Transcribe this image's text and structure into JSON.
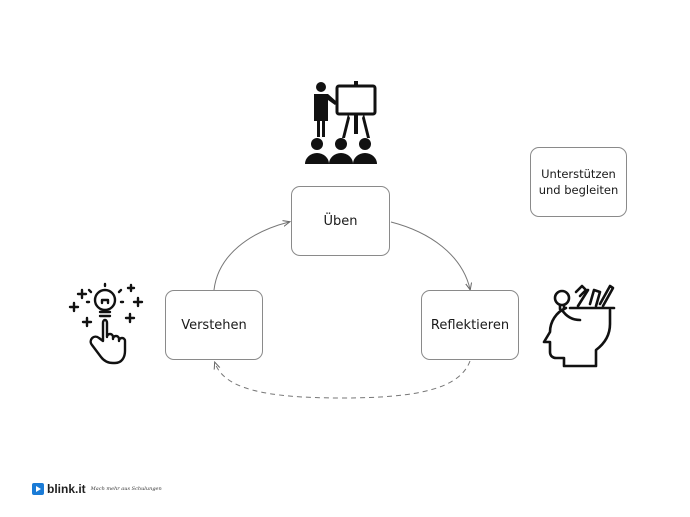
{
  "nodes": {
    "ueben": "Üben",
    "verstehen": "Verstehen",
    "reflektieren": "Reflektieren",
    "support": "Unterstützen\nund begleiten"
  },
  "icons": {
    "top": "presenter-audience-icon",
    "left": "idea-lightbulb-finger-icon",
    "right": "creative-head-icon"
  },
  "logo": {
    "name": "blink.it",
    "tagline": "Mach mehr aus Schulungen"
  },
  "colors": {
    "accent": "#1a7bd6",
    "stroke": "#8a8a8a",
    "icon": "#111111"
  }
}
